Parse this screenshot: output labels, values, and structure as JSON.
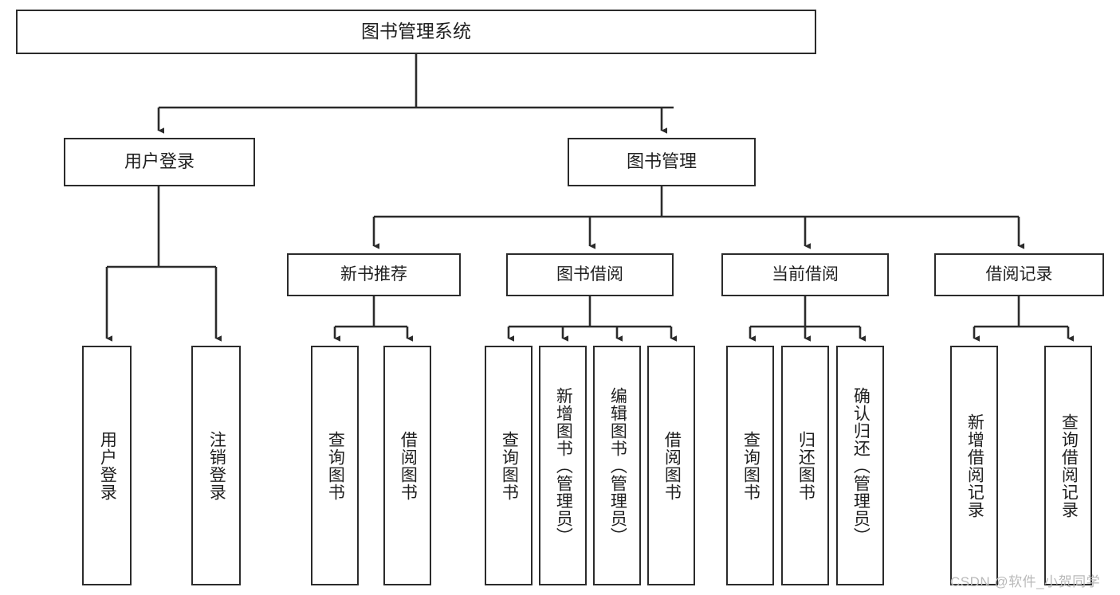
{
  "diagram": {
    "type": "hierarchy-tree",
    "title": "图书管理系统",
    "root": {
      "label": "图书管理系统"
    },
    "level2": [
      {
        "label": "用户登录"
      },
      {
        "label": "图书管理"
      }
    ],
    "level3": [
      {
        "label": "新书推荐"
      },
      {
        "label": "图书借阅"
      },
      {
        "label": "当前借阅"
      },
      {
        "label": "借阅记录"
      }
    ],
    "leaves": [
      {
        "label": "用户登录"
      },
      {
        "label": "注销登录"
      },
      {
        "label": "查询图书"
      },
      {
        "label": "借阅图书"
      },
      {
        "label": "查询图书"
      },
      {
        "label": "新增图书（管理员）"
      },
      {
        "label": "编辑图书（管理员）"
      },
      {
        "label": "借阅图书"
      },
      {
        "label": "查询图书"
      },
      {
        "label": "归还图书"
      },
      {
        "label": "确认归还（管理员）"
      },
      {
        "label": "新增借阅记录"
      },
      {
        "label": "查询借阅记录"
      }
    ]
  },
  "watermark": {
    "text": "CSDN @软件_小贺同学"
  },
  "colors": {
    "border": "#2b2b2b",
    "background": "#ffffff",
    "text": "#1f1f1f",
    "watermark": "#b9b9b9"
  }
}
